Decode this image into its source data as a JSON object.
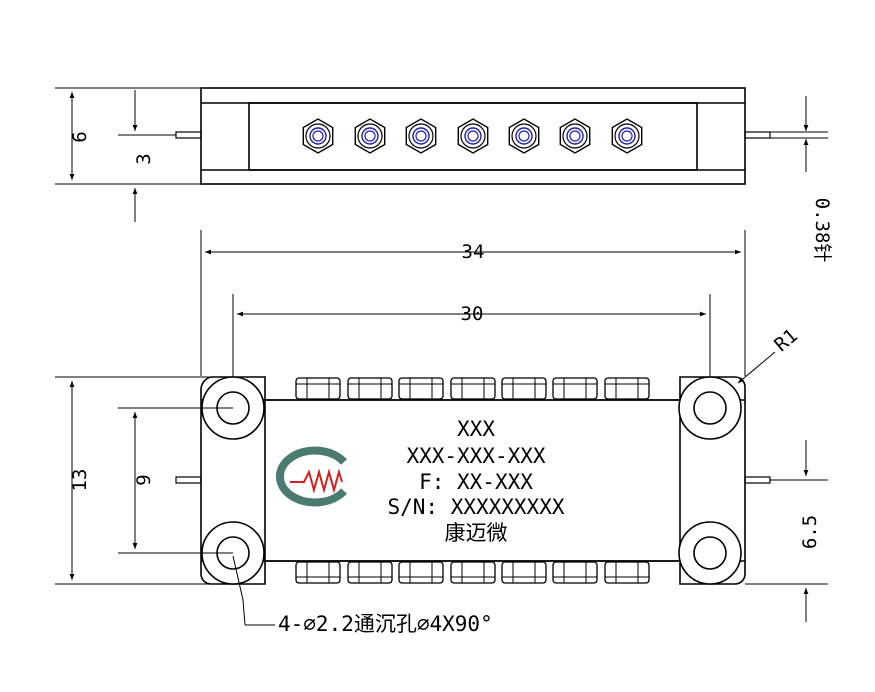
{
  "drawing": {
    "dimensions": {
      "top_height": "6",
      "top_pin_offset": "3",
      "pin_diameter": "0.38针",
      "overall_width": "34",
      "hole_spacing": "30",
      "corner_radius": "R1",
      "overall_height": "13",
      "hole_vertical_spacing": "9",
      "pin_height": "6.5"
    },
    "label": {
      "line1": "XXX",
      "line2": "XXX-XXX-XXX",
      "line3": "F: XX-XXX",
      "line4": "S/N: XXXXXXXXX",
      "line5": "康迈微"
    },
    "hole_note": "4-∅2.2通沉孔∅4X90°",
    "logo_colors": {
      "arc": "#4a7a70",
      "wave": "#d42020"
    },
    "connector_color": "#2020b0"
  }
}
